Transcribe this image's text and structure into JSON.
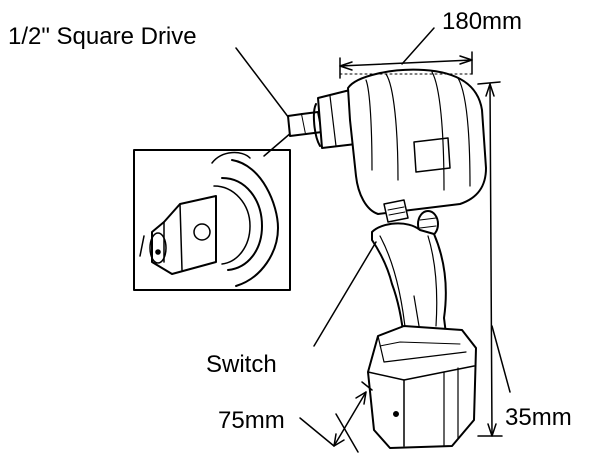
{
  "labels": {
    "square_drive": "1/2\" Square Drive",
    "width": "180mm",
    "switch": "Switch",
    "depth": "75mm",
    "height": "35mm"
  },
  "colors": {
    "ink": "#000000",
    "background": "#ffffff"
  }
}
